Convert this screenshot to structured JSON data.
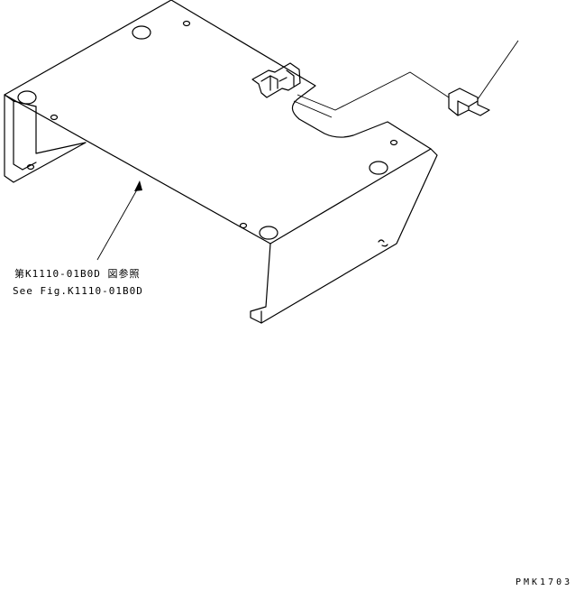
{
  "reference_note": {
    "japanese": "第K1110-01B0D 図参照",
    "english": "See Fig.K1110-01B0D"
  },
  "drawing_code": "PMK1703"
}
